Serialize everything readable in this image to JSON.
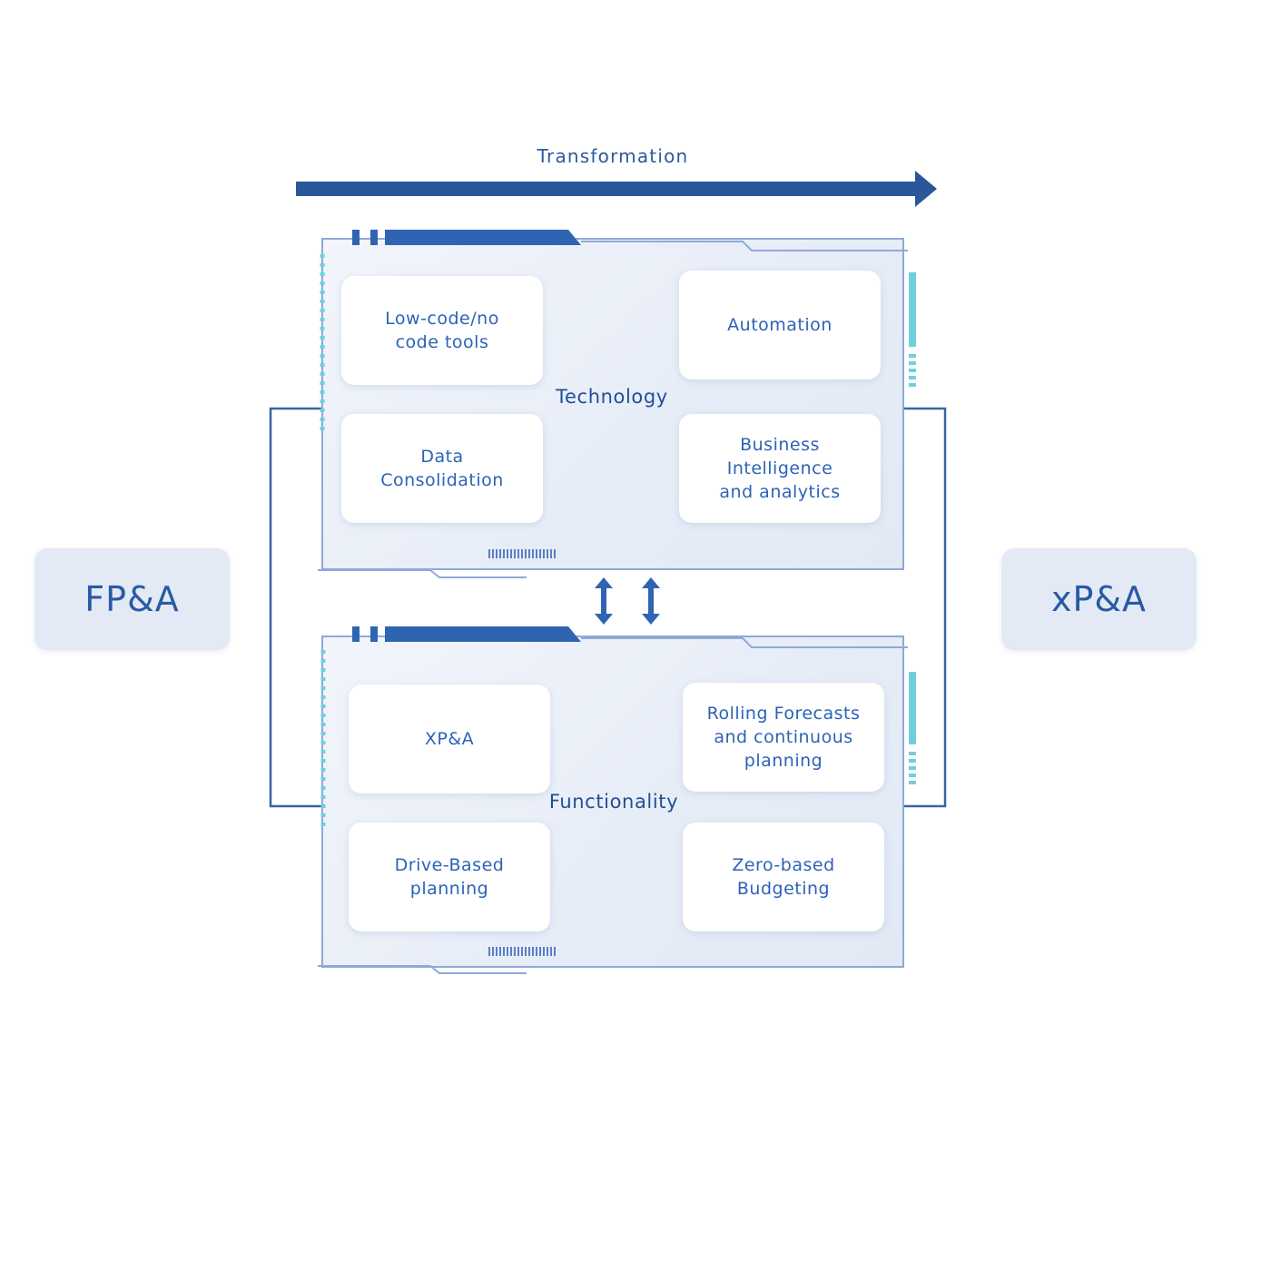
{
  "diagram": {
    "transformation_label": "Transformation",
    "source": "FP&A",
    "target": "xP&A",
    "panels": [
      {
        "title": "Technology",
        "cards": [
          "Low-code/no\ncode tools",
          "Automation",
          "Data\nConsolidation",
          "Business\nIntelligence\nand analytics"
        ]
      },
      {
        "title": "Functionality",
        "cards": [
          "XP&A",
          "Rolling Forecasts\nand continuous\nplanning",
          "Drive-Based\nplanning",
          "Zero-based\nBudgeting"
        ]
      }
    ]
  },
  "colors": {
    "arrow": "#2a569a",
    "accent_dark": "#2f64b3",
    "accent_cyan": "#6fd0dc",
    "panel_border": "#8fa9d6",
    "text_blue": "#2c63b8"
  },
  "icons": {
    "transform_arrow": "arrow-right-icon",
    "swap_arrows": "double-vertical-arrows-icon"
  }
}
